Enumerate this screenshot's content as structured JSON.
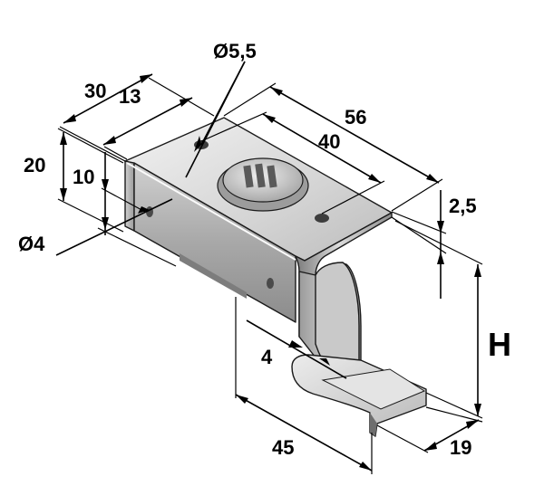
{
  "labels": {
    "d_hole_top": "Ø5,5",
    "dim_30": "30",
    "dim_13": "13",
    "dim_56": "56",
    "dim_40": "40",
    "dim_20": "20",
    "dim_10": "10",
    "d_hole_side": "Ø4",
    "dim_2_5": "2,5",
    "dim_H": "H",
    "dim_4": "4",
    "dim_45": "45",
    "dim_19": "19"
  },
  "colors": {
    "steel_light": "#e6e6e6",
    "steel_mid": "#bdbdbd",
    "steel_dark": "#8a8a8a",
    "steel_shadow": "#6e6e6e",
    "ink": "#000000"
  }
}
